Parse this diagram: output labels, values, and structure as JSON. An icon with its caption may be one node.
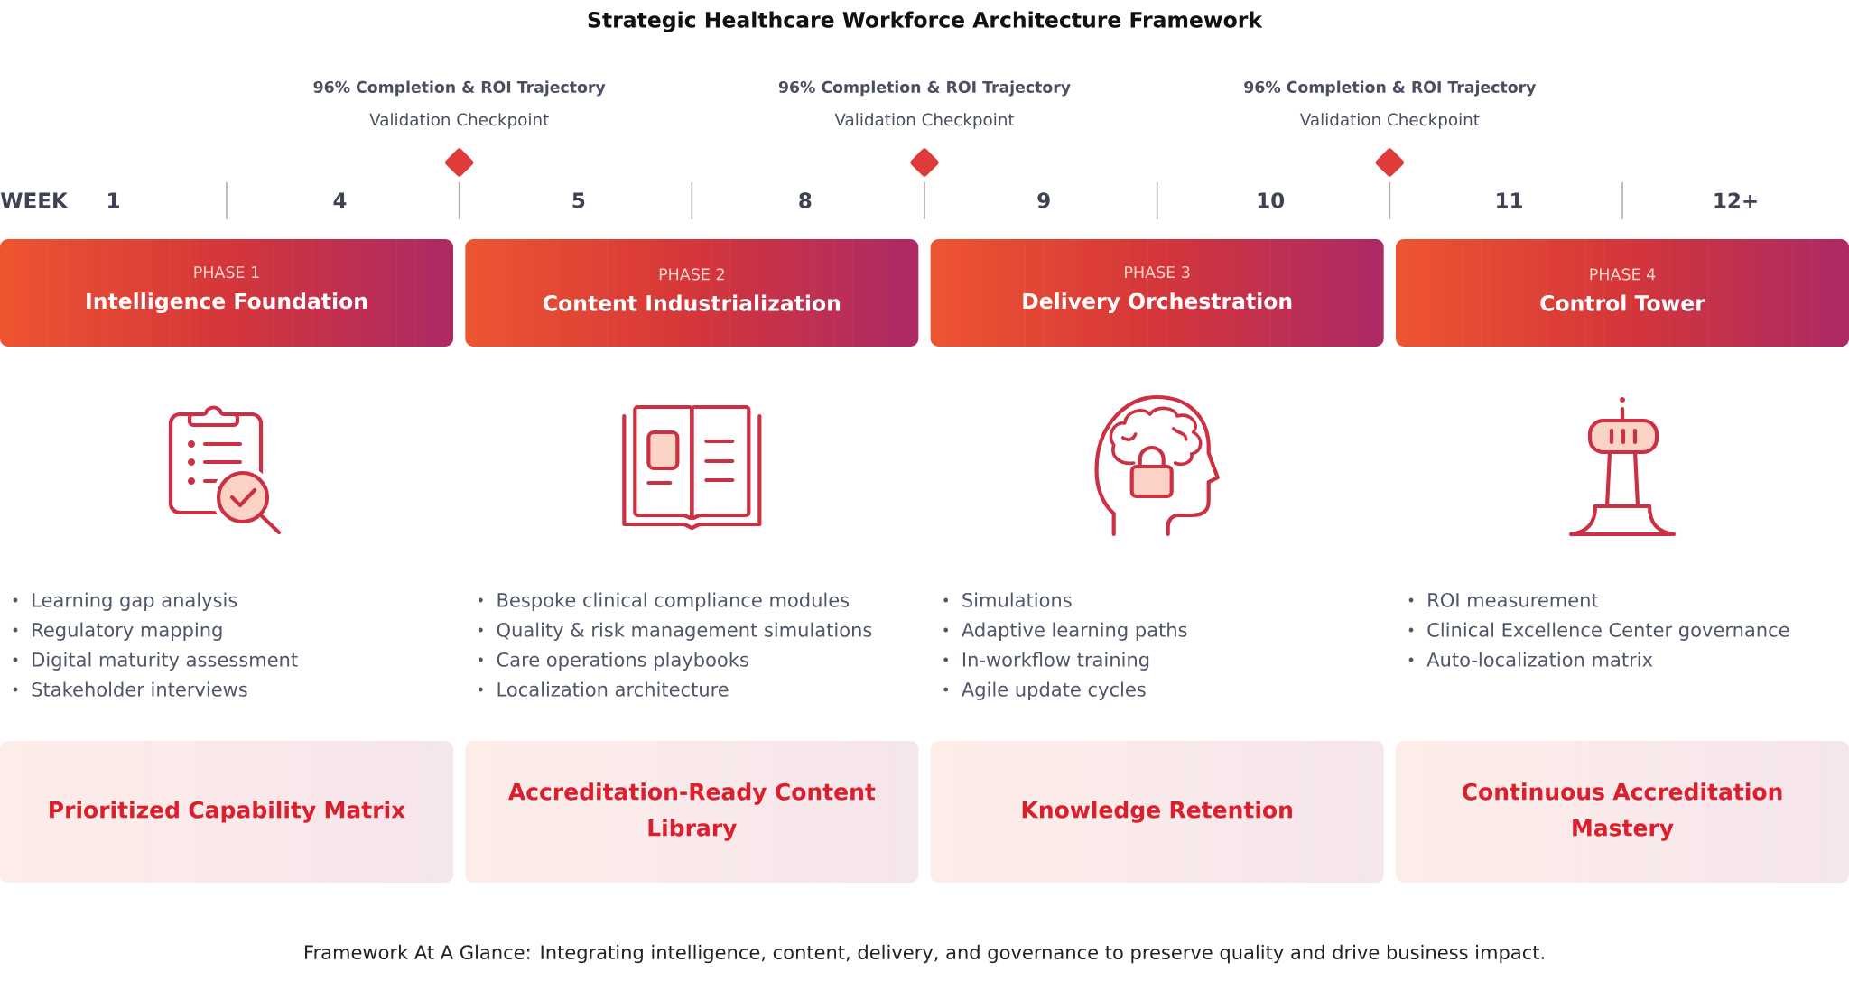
{
  "diagram": {
    "title": "Strategic Healthcare Workforce Architecture Framework",
    "caption": "Framework At A Glance: Integrating intelligence, content, delivery, and governance to preserve quality and drive business impact.",
    "nodes": [
      {
        "text": [],
        "shape": "diamond",
        "beside": [
          "96% Completion & ROI Trajectory",
          "Validation Checkpoint"
        ]
      },
      {
        "text": [],
        "shape": "diamond",
        "beside": [
          "96% Completion & ROI Trajectory",
          "Validation Checkpoint"
        ]
      },
      {
        "text": [],
        "shape": "diamond",
        "beside": [
          "96% Completion & ROI Trajectory",
          "Validation Checkpoint"
        ]
      },
      {
        "text": [
          "PHASE 1",
          "Intelligence Foundation"
        ]
      },
      {
        "text": [
          "PHASE 2",
          "Content Industrialization"
        ]
      },
      {
        "text": [
          "PHASE 3",
          "Delivery Orchestration"
        ]
      },
      {
        "text": [
          "PHASE 4",
          "Control Tower"
        ]
      },
      {
        "text": [
          "Prioritized Capability Matrix"
        ]
      },
      {
        "text": [
          "Accreditation-Ready Content Library"
        ]
      },
      {
        "text": [
          "Knowledge Retention"
        ]
      },
      {
        "text": [
          "Continuous Accreditation Mastery"
        ]
      }
    ],
    "labels": [
      "WEEK",
      "1",
      "4",
      "5",
      "8",
      "9",
      "10",
      "11",
      "12+",
      "Learning gap analysis",
      "Regulatory mapping",
      "Digital maturity assessment",
      "Stakeholder interviews",
      "Bespoke clinical compliance modules",
      "Quality & risk management simulations",
      "Care operations playbooks",
      "Localization architecture",
      "Simulations",
      "Adaptive learning paths",
      "In-workflow training",
      "Agile update cycles",
      "ROI measurement",
      "Clinical Excellence Center governance",
      "Auto-localization matrix"
    ]
  }
}
